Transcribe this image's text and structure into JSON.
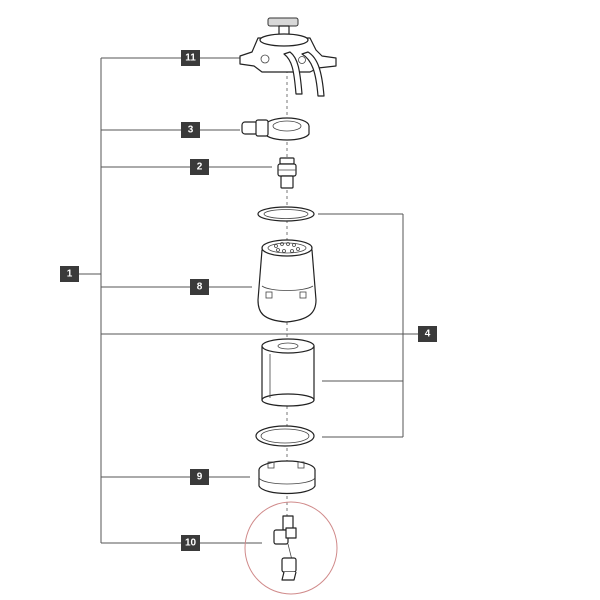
{
  "callouts": {
    "c1": "1",
    "c2": "2",
    "c3": "3",
    "c4": "4",
    "c8": "8",
    "c9": "9",
    "c10": "10",
    "c11": "11"
  },
  "colors": {
    "callout_bg": "#3a3a3a",
    "callout_text": "#ffffff",
    "highlight_circle": "#d08a8a",
    "line": "#555555"
  }
}
